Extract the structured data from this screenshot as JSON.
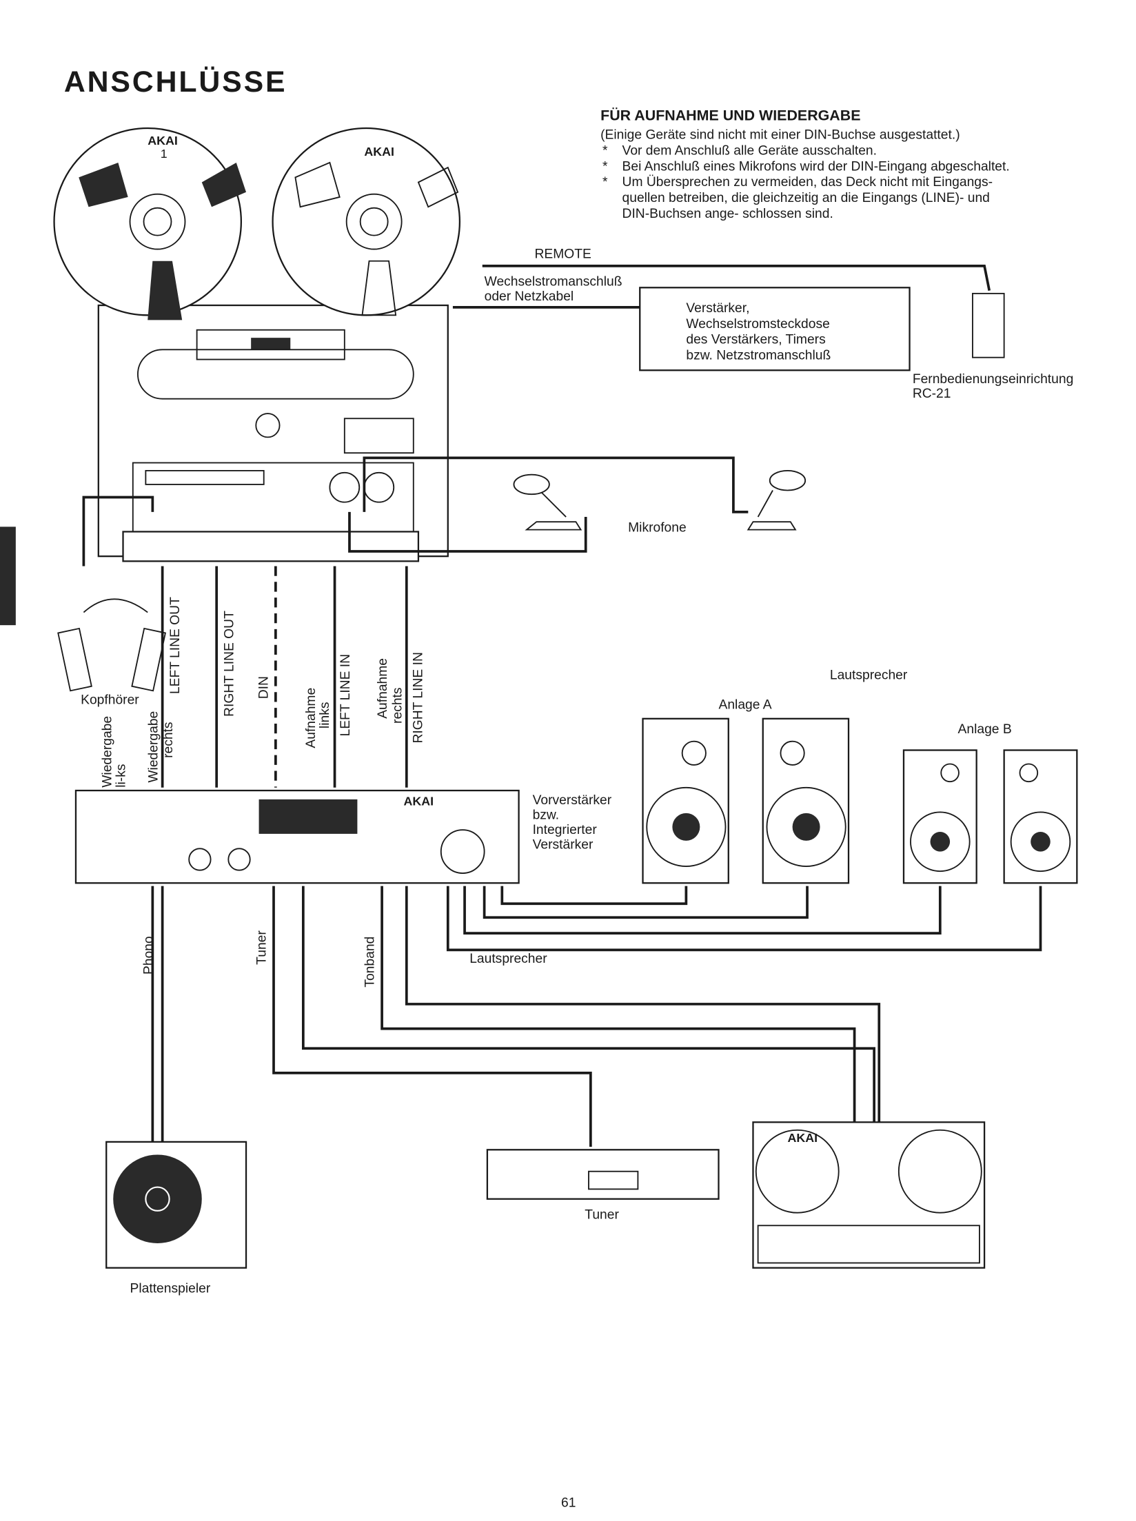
{
  "title": "ANSCHLÜSSE",
  "notes": {
    "heading": "FÜR AUFNAHME UND WIEDERGABE",
    "intro": "(Einige Geräte sind nicht mit einer DIN-Buchse ausgestattet.)",
    "items": [
      "Vor dem Anschluß alle Geräte ausschalten.",
      "Bei Anschluß eines Mikrofons wird der DIN-Eingang abgeschaltet.",
      "Um Übersprechen zu vermeiden, das Deck nicht mit Eingangs-",
      "quellen betreiben, die gleichzeitig an die Eingangs (LINE)- und",
      "DIN-Buchsen ange- schlossen sind."
    ],
    "bullet": "*"
  },
  "brand": "AKAI",
  "reel_number": "1",
  "remote": {
    "label": "REMOTE",
    "power_line1": "Wechselstromanschluß",
    "power_line2": "oder Netzkabel",
    "box_lines": [
      "Verstärker,",
      "Wechselstromsteckdose",
      "des Verstärkers, Timers",
      "bzw. Netzstromanschluß"
    ],
    "rc_line1": "Fernbedienungseinrichtung",
    "rc_line2": "RC-21"
  },
  "microphones": "Mikrofone",
  "headphones": "Kopfhörer",
  "vertical_labels": {
    "playback_left_1": "Wiedergabe",
    "playback_left_2": "li-ks",
    "left_line_out": "LEFT LINE OUT",
    "playback_right_1": "Wiedergabe",
    "playback_right_2": "rechts",
    "right_line_out": "RIGHT LINE OUT",
    "din": "DIN",
    "record_left_1": "Aufnahme",
    "record_left_2": "links",
    "left_line_in": "LEFT LINE IN",
    "record_right_1": "Aufnahme",
    "record_right_2": "rechts",
    "right_line_in": "RIGHT LINE IN"
  },
  "speakers": {
    "label_top": "Lautsprecher",
    "system_a": "Anlage A",
    "system_b": "Anlage B",
    "label_bottom": "Lautsprecher"
  },
  "amplifier": [
    "Vorverstärker",
    "bzw.",
    "Integrierter",
    "Verstärker"
  ],
  "inputs": {
    "phono": "Phono",
    "tuner": "Tuner",
    "tape": "Tonband"
  },
  "devices": {
    "tuner": "Tuner",
    "turntable": "Plattenspieler"
  },
  "page_number": "61"
}
